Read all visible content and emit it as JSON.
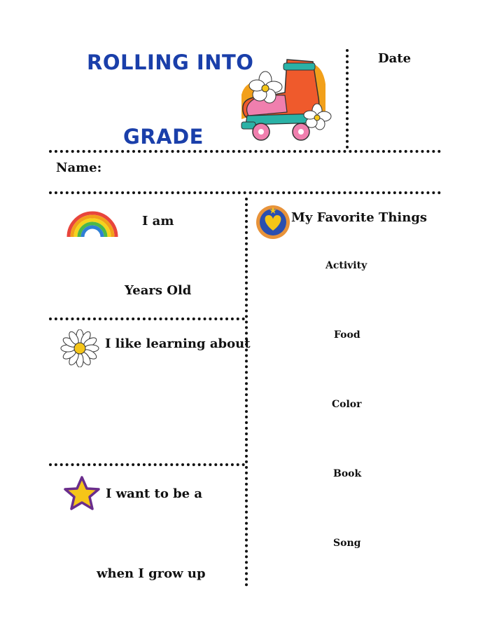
{
  "header": {
    "title_line1": "ROLLING INTO",
    "title_line2": "GRADE",
    "date_label": "Date"
  },
  "name_label": "Name:",
  "age": {
    "i_am": "I am",
    "years_old": "Years Old"
  },
  "learning": {
    "label": "I like learning about"
  },
  "future": {
    "label": "I want to be a",
    "suffix": "when I grow up"
  },
  "favorites": {
    "title": "My Favorite Things",
    "items": [
      "Activity",
      "Food",
      "Color",
      "Book",
      "Song"
    ]
  },
  "icons": {
    "skate": "roller-skate-icon",
    "rainbow": "rainbow-icon",
    "heart_badge": "heart-badge-icon",
    "daisy": "daisy-icon",
    "star": "star-icon"
  },
  "colors": {
    "title_blue": "#1a3faa",
    "star_yellow": "#f5c518",
    "star_border": "#6a2d8c",
    "badge_blue": "#2a4fb0"
  }
}
